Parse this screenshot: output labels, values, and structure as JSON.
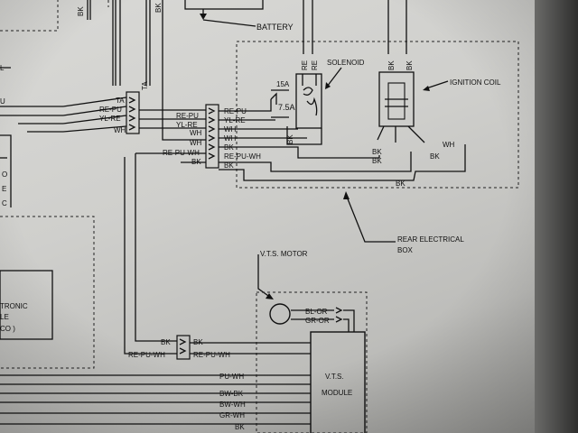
{
  "labels": {
    "battery": "BATTERY",
    "solenoid": "SOLENOID",
    "ignition_coil": "IGNITION COIL",
    "rear_box_line1": "REAR ELECTRICAL",
    "rear_box_line2": "BOX",
    "vts_motor": "V.T.S. MOTOR",
    "vts_module_line1": "V.T.S.",
    "vts_module_line2": "MODULE",
    "fuse_15a": "15A",
    "fuse_7_5a": "7.5A",
    "ecm_line1": "TRONIC",
    "ecm_line2": "LE",
    "ecm_line3": "CO )"
  },
  "wires": {
    "ta": "TA",
    "re_pu": "RE-PU",
    "yl_re": "YL-RE",
    "wh": "WH",
    "bk": "BK",
    "re_pu_wh": "RE-PU-WH",
    "re": "RE",
    "bl_or": "BL-OR",
    "gr_or": "GR-OR",
    "pu_wh": "PU-WH",
    "bw_bk": "BW-BK",
    "bw_wh": "BW-WH",
    "gr_wh": "GR-WH"
  }
}
